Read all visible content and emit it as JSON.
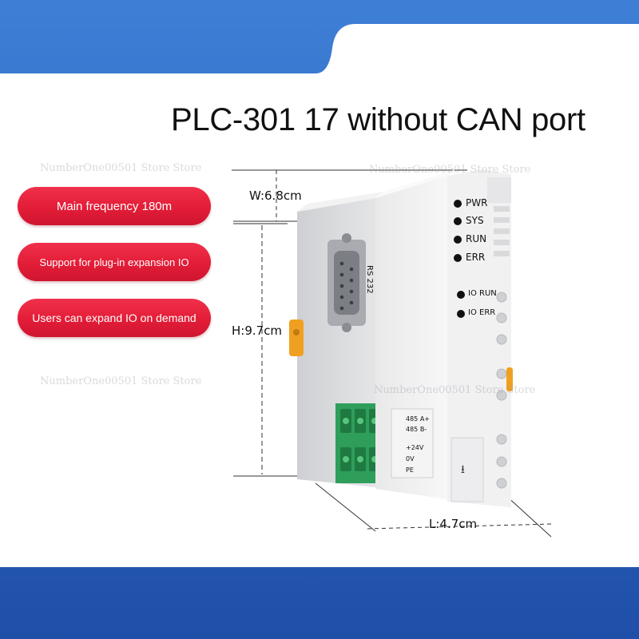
{
  "title": "PLC-301 17 without CAN port",
  "features": [
    "Main frequency 180m",
    "Support for plug-in expansion IO",
    "Users can expand IO on demand"
  ],
  "dimensions": {
    "width": "W:6.8cm",
    "height": "H:9.7cm",
    "length": "L:4.7cm"
  },
  "device": {
    "port_label": "RS 232",
    "leds": [
      "PWR",
      "SYS",
      "RUN",
      "ERR"
    ],
    "io_leds": [
      "IO RUN",
      "IO ERR"
    ],
    "terminals": [
      "485 A+",
      "485 B-",
      "+24V",
      "0V",
      "PE"
    ]
  },
  "watermark": "NumberOne00501 Store Store",
  "colors": {
    "background_blue": "#2a5fb8",
    "pill_red": "#e31d38",
    "terminal_green": "#2e9e5a",
    "orange_tab": "#f0a020"
  }
}
